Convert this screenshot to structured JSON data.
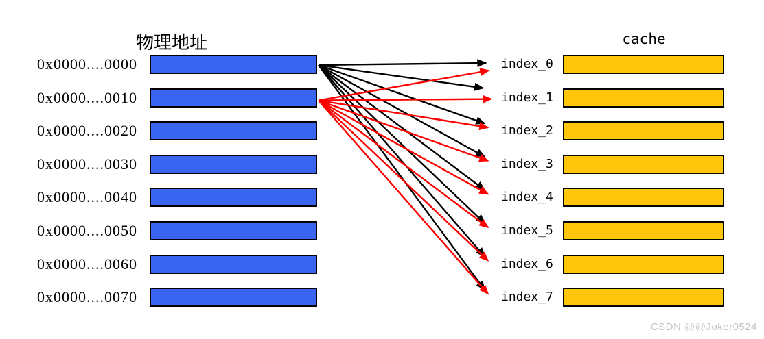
{
  "titles": {
    "memory": "物理地址",
    "cache": "cache"
  },
  "memory": {
    "rows": [
      "0x0000....0000",
      "0x0000....0010",
      "0x0000....0020",
      "0x0000....0030",
      "0x0000....0040",
      "0x0000....0050",
      "0x0000....0060",
      "0x0000....0070"
    ]
  },
  "cache": {
    "rows": [
      "index_0",
      "index_1",
      "index_2",
      "index_3",
      "index_4",
      "index_5",
      "index_6",
      "index_7"
    ]
  },
  "mappings": [
    {
      "source_row": 0,
      "color": "#000000",
      "targets": [
        0,
        1,
        2,
        3,
        4,
        5,
        6,
        7
      ]
    },
    {
      "source_row": 1,
      "color": "#fe0000",
      "targets": [
        0,
        1,
        2,
        3,
        4,
        5,
        6,
        7
      ]
    }
  ],
  "colors": {
    "memory_block": "#3a65f1",
    "cache_block": "#ffc60b",
    "block_border": "#000000",
    "watermark": "#c3c3c3"
  },
  "watermark": "CSDN @@Joker0524"
}
